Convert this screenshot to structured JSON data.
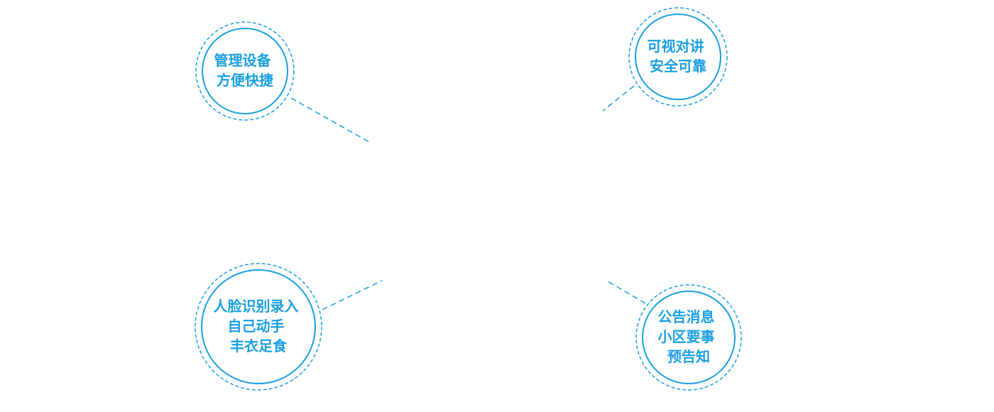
{
  "colors": {
    "accent": "#1a9fe0"
  },
  "features": [
    {
      "id": "device-management",
      "lines": [
        "管理设备",
        "方便快捷"
      ]
    },
    {
      "id": "video-intercom",
      "lines": [
        "可视对讲",
        "安全可靠"
      ]
    },
    {
      "id": "face-recognition",
      "lines": [
        "人脸识别录入",
        "自己动手",
        "丰衣足食"
      ]
    },
    {
      "id": "announcements",
      "lines": [
        "公告消息",
        "小区要事",
        "预告知"
      ]
    }
  ]
}
